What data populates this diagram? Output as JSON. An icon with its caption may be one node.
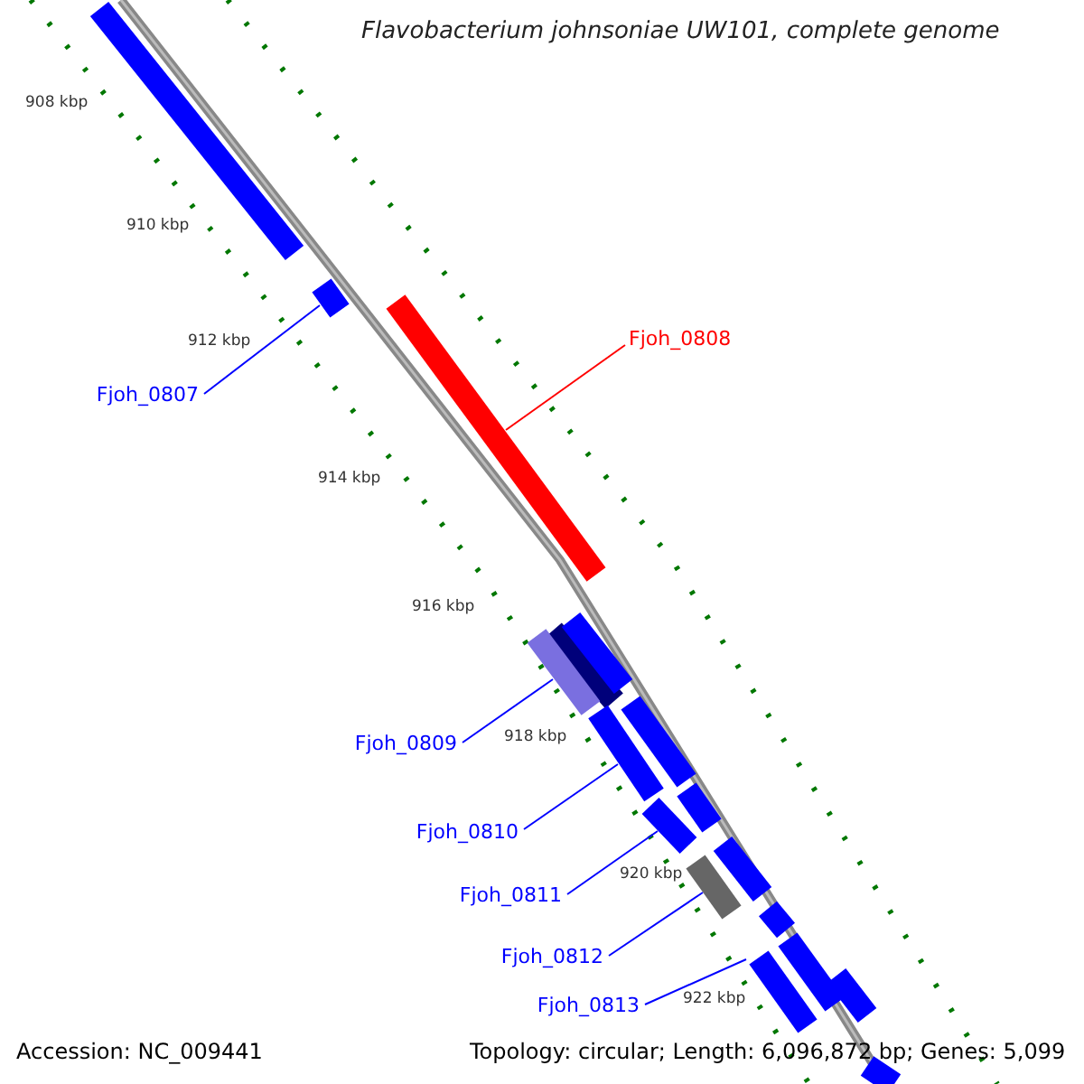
{
  "diagram": {
    "title": "Flavobacterium johnsoniae UW101, complete genome",
    "nodes": [
      {
        "text": [
          "Fjoh_0807"
        ]
      },
      {
        "text": [
          "Fjoh_0808"
        ]
      },
      {
        "text": [
          "Fjoh_0809"
        ]
      },
      {
        "text": [
          "Fjoh_0810"
        ]
      },
      {
        "text": [
          "Fjoh_0811"
        ]
      },
      {
        "text": [
          "Fjoh_0812"
        ]
      },
      {
        "text": [
          "Fjoh_0813"
        ]
      },
      {
        "text": [],
        "shape": "bar"
      },
      {
        "text": [],
        "shape": "bar"
      },
      {
        "text": [],
        "shape": "bar"
      },
      {
        "text": [],
        "shape": "bar"
      },
      {
        "text": [],
        "shape": "bar"
      },
      {
        "text": [],
        "shape": "bar"
      },
      {
        "text": [],
        "shape": "bar"
      }
    ],
    "edges": [
      {
        "from": 0,
        "to": 7,
        "arrow": "none"
      },
      {
        "from": 1,
        "to": 8,
        "arrow": "none",
        "color": "#ff0000"
      },
      {
        "from": 2,
        "to": 9,
        "arrow": "none"
      },
      {
        "from": 3,
        "to": 10,
        "arrow": "none"
      },
      {
        "from": 4,
        "to": 11,
        "arrow": "none"
      },
      {
        "from": 5,
        "to": 12,
        "arrow": "none"
      },
      {
        "from": 6,
        "to": 13,
        "arrow": "none"
      }
    ],
    "labels": [
      "908 kbp",
      "910 kbp",
      "912 kbp",
      "914 kbp",
      "916 kbp",
      "918 kbp",
      "920 kbp",
      "922 kbp",
      "Accession: NC_009441",
      "Topology: circular; Length: 6,096,872 bp; Genes: 5,099"
    ]
  }
}
